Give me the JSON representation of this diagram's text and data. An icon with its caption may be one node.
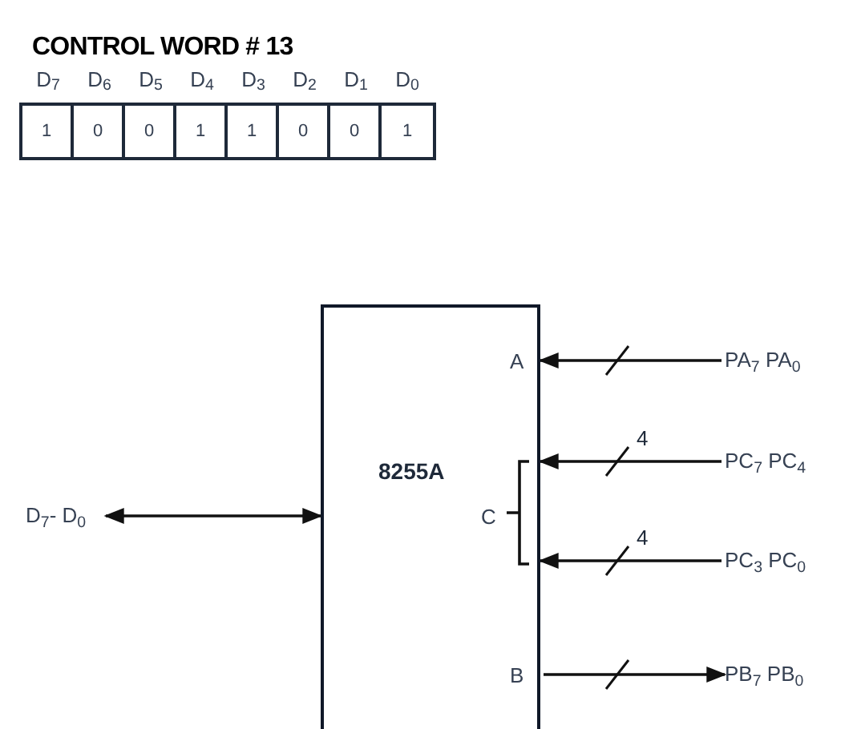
{
  "diagram": {
    "title": "CONTROL WORD # 13",
    "nodes": [
      {
        "text": [
          "8255A"
        ]
      },
      {
        "text": [
          "D$_{7}$- D$_{0}$"
        ]
      },
      {
        "text": [
          "PA$_{7}$ PA$_{0}$"
        ]
      },
      {
        "text": [
          "PC$_{7}$ PC$_{4}$"
        ]
      },
      {
        "text": [
          "PC$_{3}$ PC$_{0}$"
        ]
      },
      {
        "text": [
          "PB$_{7}$ PB$_{0}$"
        ]
      }
    ],
    "edges": [
      {
        "from": 1,
        "to": 0,
        "arrow": "both"
      },
      {
        "from": 2,
        "to": 0,
        "arrow": "to"
      },
      {
        "from": 3,
        "to": 0,
        "arrow": "to",
        "label": "4"
      },
      {
        "from": 4,
        "to": 0,
        "arrow": "to",
        "label": "4"
      },
      {
        "from": 0,
        "to": 5,
        "arrow": "to"
      }
    ],
    "labels": [
      "D$_{7}$",
      "D$_{6}$",
      "D$_{5}$",
      "D$_{4}$",
      "D$_{3}$",
      "D$_{2}$",
      "D$_{1}$",
      "D$_{0}$",
      "1",
      "0",
      "0",
      "1",
      "1",
      "0",
      "0",
      "1",
      "A",
      "C",
      "B"
    ]
  }
}
